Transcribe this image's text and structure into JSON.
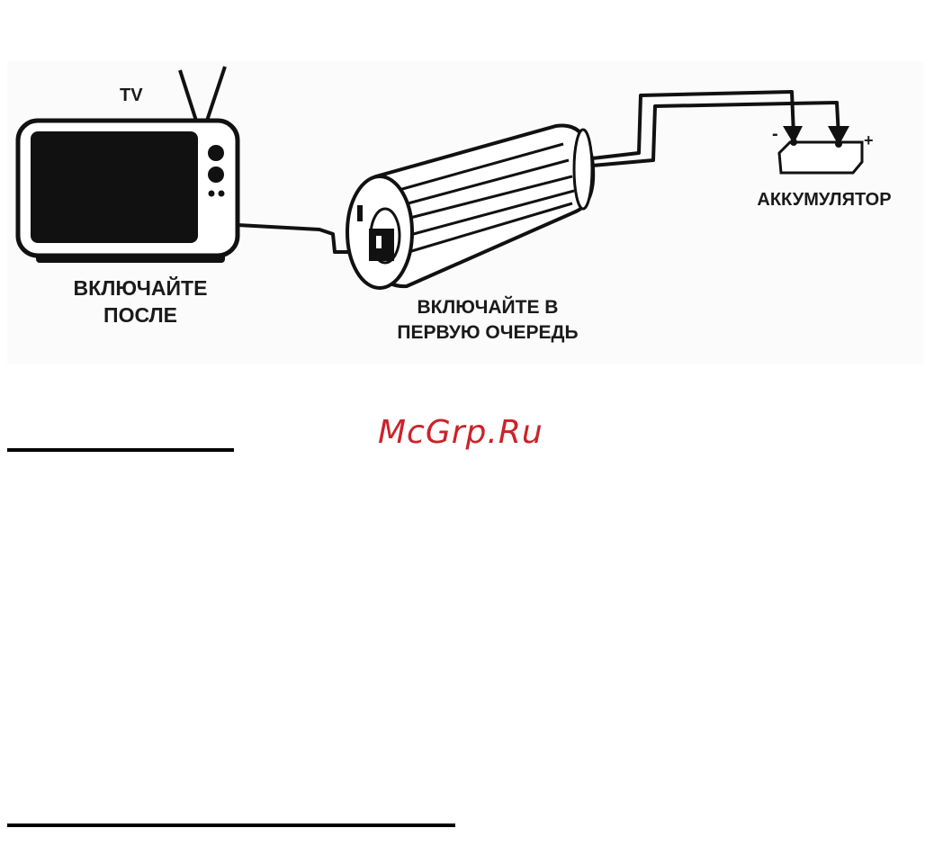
{
  "diagram": {
    "tv_label": "TV",
    "tv_caption": [
      "ВКЛЮЧАЙТЕ",
      "ПОСЛЕ"
    ],
    "inverter_caption": [
      "ВКЛЮЧАЙТЕ В",
      "ПЕРВУЮ ОЧЕРЕДЬ"
    ],
    "battery_label": "АККУМУЛЯТОР",
    "battery_minus": "-",
    "battery_plus": "+"
  },
  "watermark": "McGrp.Ru",
  "colors": {
    "watermark": "#cc2229",
    "ink": "#111111",
    "background": "#ffffff"
  }
}
